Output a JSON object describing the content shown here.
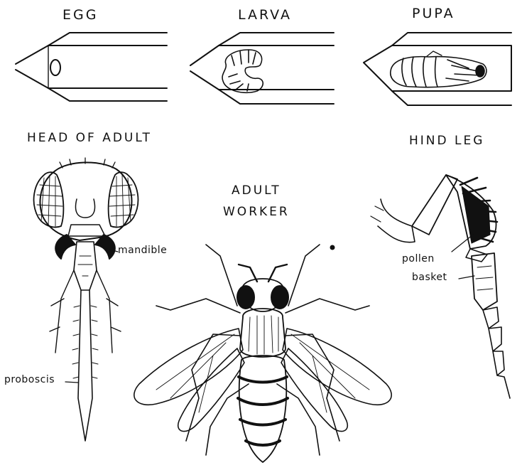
{
  "stages": {
    "egg": "EGG",
    "larva": "LARVA",
    "pupa": "PUPA"
  },
  "head": {
    "title": "HEAD OF ADULT",
    "mandible": "mandible",
    "proboscis": "proboscis"
  },
  "adult": {
    "line1": "ADULT",
    "line2": "WORKER"
  },
  "leg": {
    "title": "HIND LEG",
    "pollen": "pollen",
    "basket": "basket"
  },
  "colors": {
    "ink": "#111111",
    "paper": "#ffffff"
  }
}
